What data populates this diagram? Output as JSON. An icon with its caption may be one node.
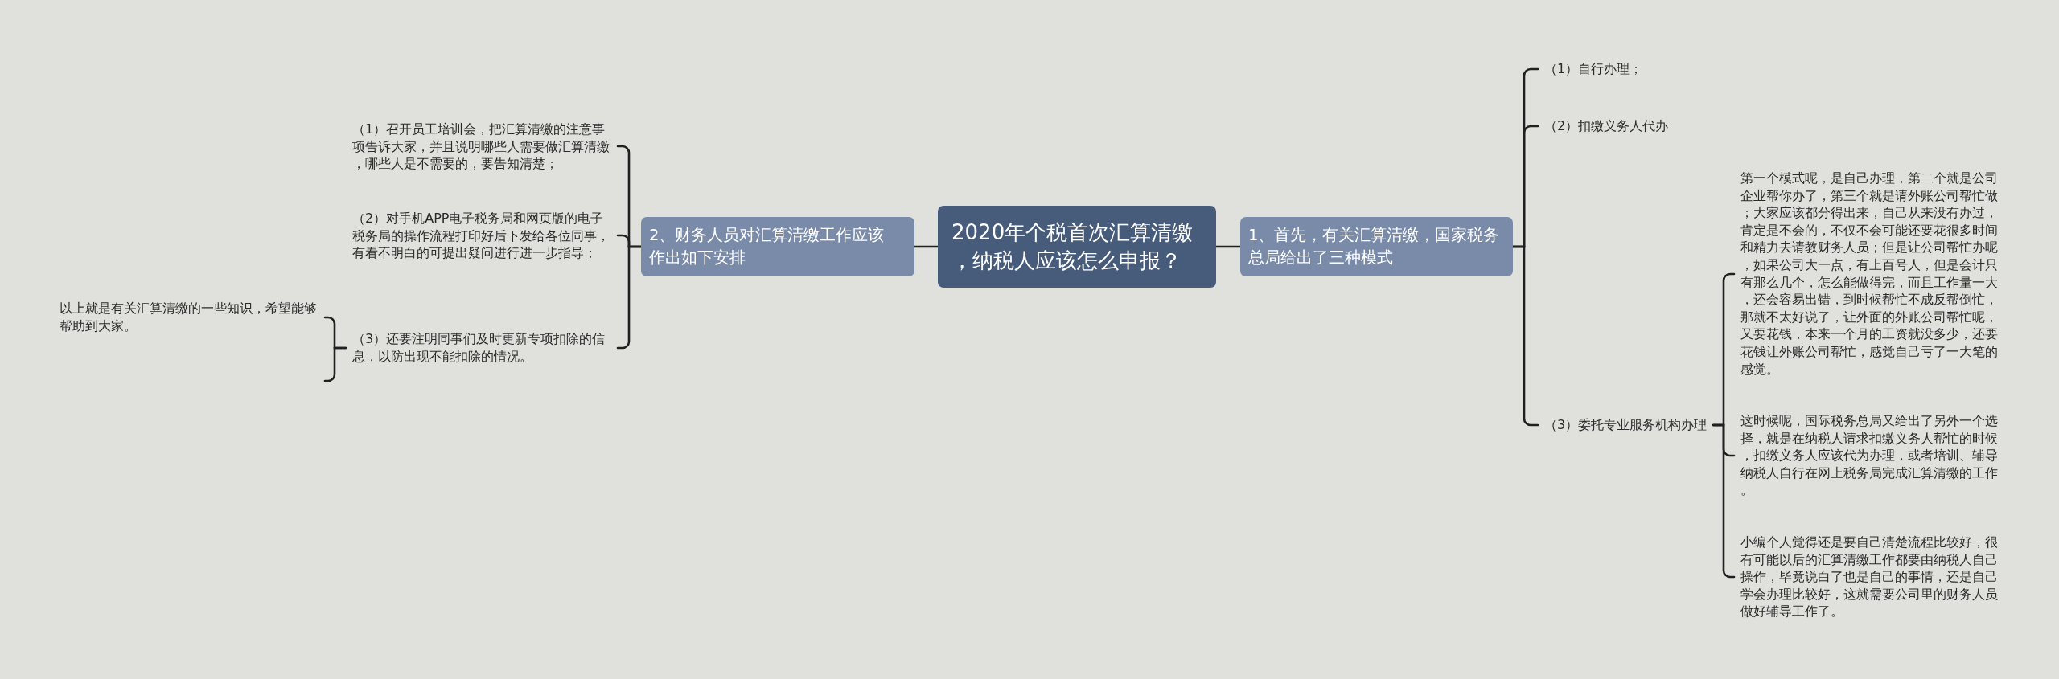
{
  "diagram": {
    "nodes": [
      {
        "text": [
          "2020年个税首次汇算清缴，纳税人应该怎么申报？"
        ]
      },
      {
        "text": [
          "1、首先，有关汇算清缴，国家税务总局给出了三种模式"
        ]
      },
      {
        "text": [
          "（1）自行办理；"
        ]
      },
      {
        "text": [
          "（2）扣缴义务人代办"
        ]
      },
      {
        "text": [
          "（3）委托专业服务机构办理"
        ]
      },
      {
        "text": [
          "第一个模式呢，是自己办理，第二个就是公司企业帮你办了，第三个就是请外账公司帮忙做；大家应该都分得出来，自己从来没有办过，肯定是不会的，不仅不会可能还要花很多时间和精力去请教财务人员；但是让公司帮忙办呢，如果公司大一点，有上百号人，但是会计只有那么几个，怎么能做得完，而且工作量一大，还会容易出错，到时候帮忙不成反帮倒忙，那就不太好说了，让外面的外账公司帮忙呢，又要花钱，本来一个月的工资就没多少，还要花钱让外账公司帮忙，感觉自己亏了一大笔的感觉。"
        ]
      },
      {
        "text": [
          "这时候呢，国际税务总局又给出了另外一个选择，就是在纳税人请求扣缴义务人帮忙的时候，扣缴义务人应该代为办理，或者培训、辅导纳税人自行在网上税务局完成汇算清缴的工作。"
        ]
      },
      {
        "text": [
          "小编个人觉得还是要自己清楚流程比较好，很有可能以后的汇算清缴工作都要由纳税人自己操作，毕竟说白了也是自己的事情，还是自己学会办理比较好，这就需要公司里的财务人员做好辅导工作了。"
        ]
      },
      {
        "text": [
          "2、财务人员对汇算清缴工作应该作出如下安排"
        ]
      },
      {
        "text": [
          "（1）召开员工培训会，把汇算清缴的注意事项告诉大家，并且说明哪些人需要做汇算清缴，哪些人是不需要的，要告知清楚；"
        ]
      },
      {
        "text": [
          "（2）对手机APP电子税务局和网页版的电子税务局的操作流程打印好后下发给各位同事，有看不明白的可提出疑问进行进一步指导；"
        ]
      },
      {
        "text": [
          "（3）还要注明同事们及时更新专项扣除的信息，以防出现不能扣除的情况。"
        ]
      },
      {
        "text": [
          "以上就是有关汇算清缴的一些知识，希望能够帮助到大家。"
        ]
      }
    ],
    "edges": [
      {
        "from": 0,
        "to": 1,
        "arrow": "none"
      },
      {
        "from": 1,
        "to": 2,
        "arrow": "none"
      },
      {
        "from": 1,
        "to": 3,
        "arrow": "none"
      },
      {
        "from": 1,
        "to": 4,
        "arrow": "none"
      },
      {
        "from": 4,
        "to": 5,
        "arrow": "none"
      },
      {
        "from": 4,
        "to": 6,
        "arrow": "none"
      },
      {
        "from": 4,
        "to": 7,
        "arrow": "none"
      },
      {
        "from": 0,
        "to": 8,
        "arrow": "none"
      },
      {
        "from": 8,
        "to": 9,
        "arrow": "none"
      },
      {
        "from": 8,
        "to": 10,
        "arrow": "none"
      },
      {
        "from": 8,
        "to": 11,
        "arrow": "none"
      },
      {
        "from": 11,
        "to": 12,
        "arrow": "none"
      },
      {
        "from": 11,
        "to": null,
        "arrow": "none"
      }
    ]
  }
}
